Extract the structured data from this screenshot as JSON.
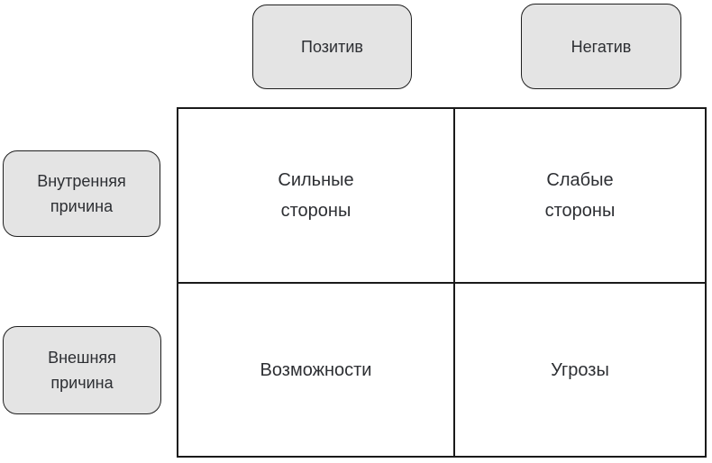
{
  "diagram": {
    "type": "swot-matrix",
    "column_headers": {
      "positive": "Позитив",
      "negative": "Негатив"
    },
    "row_headers": {
      "internal": "Внутренняя\nпричина",
      "external": "Внешняя\nпричина"
    },
    "cells": {
      "strengths": "Сильные\nстороны",
      "weaknesses": "Слабые\nстороны",
      "opportunities": "Возможности",
      "threats": "Угрозы"
    },
    "colors": {
      "background": "#ffffff",
      "label_box_fill": "#e4e4e4",
      "label_box_border": "#1f1f1f",
      "grid_line": "#1a1a1a",
      "text": "#2d2f33"
    }
  }
}
